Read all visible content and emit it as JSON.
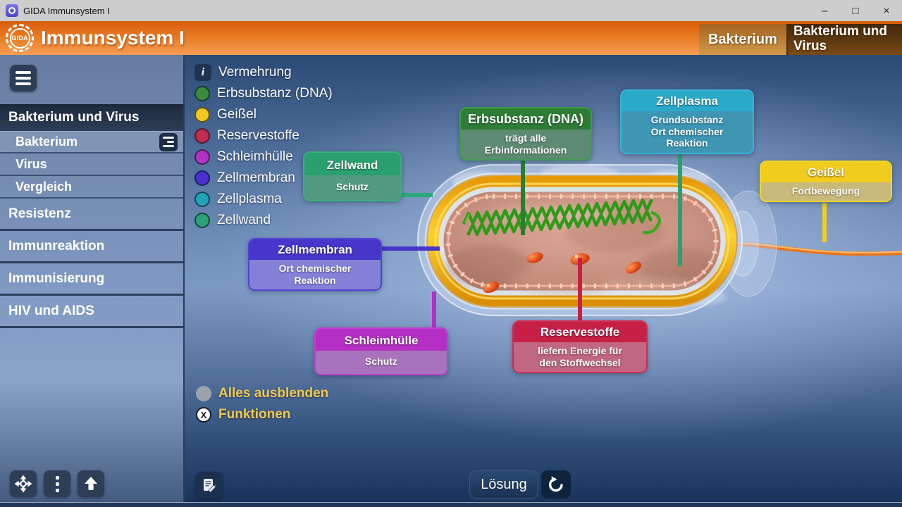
{
  "window": {
    "title": "GIDA Immunsystem I",
    "minimize": "–",
    "maximize": "□",
    "close": "×"
  },
  "header": {
    "logo_text": "GIDA",
    "app_title": "Immunsystem I",
    "tabs": [
      {
        "label": "Bakterium"
      },
      {
        "label": "Bakterium und Virus"
      }
    ]
  },
  "sidebar": {
    "section_label": "Bakterium und Virus",
    "subitems": [
      {
        "label": "Bakterium"
      },
      {
        "label": "Virus"
      },
      {
        "label": "Vergleich"
      }
    ],
    "items": [
      {
        "label": "Resistenz"
      },
      {
        "label": "Immunreaktion"
      },
      {
        "label": "Immunisierung"
      },
      {
        "label": "HIV und AIDS"
      }
    ]
  },
  "legend": {
    "items": [
      {
        "label": "Vermehrung",
        "glyph": "i"
      },
      {
        "label": "Erbsubstanz (DNA)",
        "color": "#3b8a40"
      },
      {
        "label": "Geißel",
        "color": "#f0c81e"
      },
      {
        "label": "Reservestoffe",
        "color": "#c52a50"
      },
      {
        "label": "Schleimhülle",
        "color": "#b233c5"
      },
      {
        "label": "Zellmembran",
        "color": "#4730cf"
      },
      {
        "label": "Zellplasma",
        "color": "#20a4b8"
      },
      {
        "label": "Zellwand",
        "color": "#2aa376"
      }
    ]
  },
  "callouts": {
    "erbsubstanz": {
      "title": "Erbsubstanz (DNA)",
      "body": "trägt alle\nErbinformationen",
      "header_color": "#2e7d36"
    },
    "zellplasma": {
      "title": "Zellplasma",
      "body": "Grundsubstanz\nOrt chemischer\nReaktion",
      "header_color": "#2ba9c9"
    },
    "geissel": {
      "title": "Geißel",
      "body": "Fortbewegung",
      "header_color": "#f0cc1e"
    },
    "zellwand": {
      "title": "Zellwand",
      "body": "Schutz",
      "header_color": "#2aa06f"
    },
    "zellmembran": {
      "title": "Zellmembran",
      "body": "Ort chemischer\nReaktion",
      "header_color": "#4636c9"
    },
    "schleimhuelle": {
      "title": "Schleimhülle",
      "body": "Schutz",
      "header_color": "#b52fc5"
    },
    "reservestoffe": {
      "title": "Reservestoffe",
      "body": "liefern Energie für\nden Stoffwechsel",
      "header_color": "#c62047"
    }
  },
  "toggles": [
    {
      "label": "Alles ausblenden"
    },
    {
      "label": "Funktionen",
      "glyph": "X"
    }
  ],
  "bottombar": {
    "solution_label": "Lösung"
  }
}
